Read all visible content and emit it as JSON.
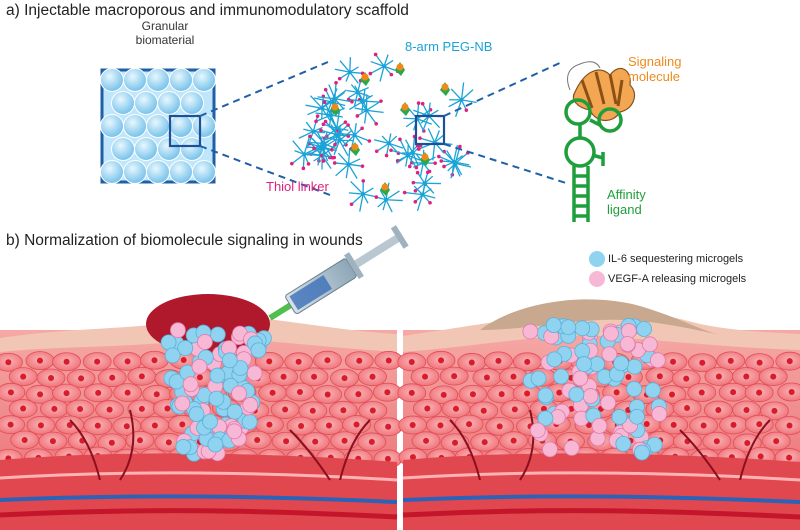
{
  "panel_a": {
    "title": "a) Injectable macroporous and immunomodulatory scaffold",
    "granular_label": "Granular\nbiomaterial",
    "peg_label": "8-arm PEG-NB",
    "thiol_label": "Thiol linker",
    "signaling_label": "Signaling\nmolecule",
    "affinity_label": "Affinity\nligand"
  },
  "panel_b": {
    "title": "b) Normalization of biomolecule signaling in wounds",
    "legend": [
      {
        "label": "IL-6 sequestering microgels",
        "color": "#8fd3f0"
      },
      {
        "label": "VEGF-A releasing microgels",
        "color": "#f7b8d6"
      }
    ]
  },
  "colors": {
    "peg": "#1aa3d6",
    "thiol": "#e0207f",
    "signaling": "#ee8a1c",
    "affinity": "#1f9f3c",
    "tissue": "#e8555c",
    "blood": "#b0192b"
  }
}
